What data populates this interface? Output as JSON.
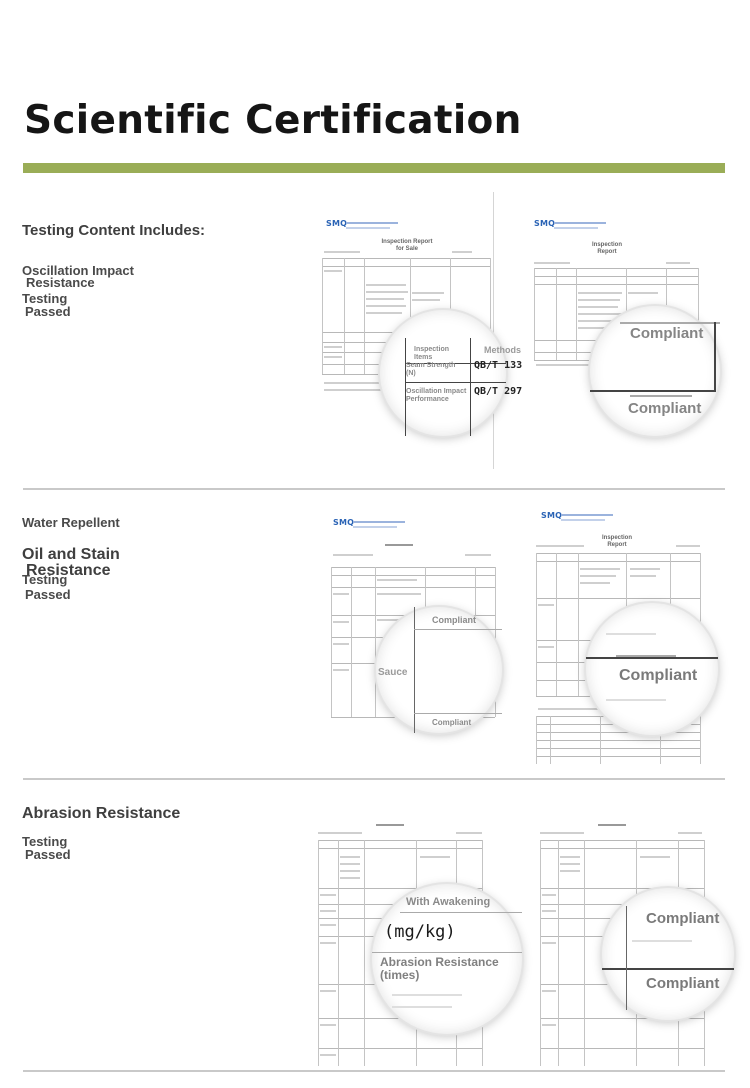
{
  "page": {
    "title": "Scientific Certification"
  },
  "sections": [
    {
      "heading": "Testing Content Includes:",
      "item": "Oscillation Impact",
      "item_sub": "Resistance",
      "status_line1": "Testing",
      "status_line2": "Passed",
      "reports": [
        {
          "logo": "SMQ",
          "doc_title_1": "Inspection Report",
          "doc_title_2": "for Sale",
          "lens": {
            "col1_line1": "Inspection",
            "col1_line2": "Items",
            "col2": "Methods",
            "row1_line1": "Seam Strength",
            "row1_line2": "(N)",
            "row1_value": "QB/T 133",
            "row2_line1": "Oscillation Impact",
            "row2_line2": "Performance",
            "row2_value": "QB/T 297"
          }
        },
        {
          "logo": "SMQ",
          "doc_title_1": "Inspection",
          "doc_title_2": "Report",
          "lens": {
            "result_1": "Compliant",
            "result_2": "Compliant"
          }
        }
      ]
    },
    {
      "item_a": "Water Repellent",
      "item_b": "Oil and Stain",
      "item_b_sub": "Resistance",
      "status_line1": "Testing",
      "status_line2": "Passed",
      "reports": [
        {
          "logo": "SMQ",
          "lens": {
            "result_top": "Compliant",
            "label_left": "Sauce",
            "result_bottom": "Compliant"
          }
        },
        {
          "logo": "SMQ",
          "doc_title_1": "Inspection",
          "doc_title_2": "Report",
          "lens": {
            "result": "Compliant"
          }
        }
      ]
    },
    {
      "item": "Abrasion Resistance",
      "status_line1": "Testing",
      "status_line2": "Passed",
      "reports": [
        {
          "lens": {
            "caption": "With Awakening",
            "unit": "(mg/kg)",
            "label_line1": "Abrasion Resistance",
            "label_line2": "(times)"
          }
        },
        {
          "lens": {
            "result_1": "Compliant",
            "result_2": "Compliant"
          }
        }
      ]
    }
  ],
  "colors": {
    "accent_bar": "#9aad57",
    "logo_blue": "#2a63b5",
    "divider": "#c9c9c9"
  }
}
